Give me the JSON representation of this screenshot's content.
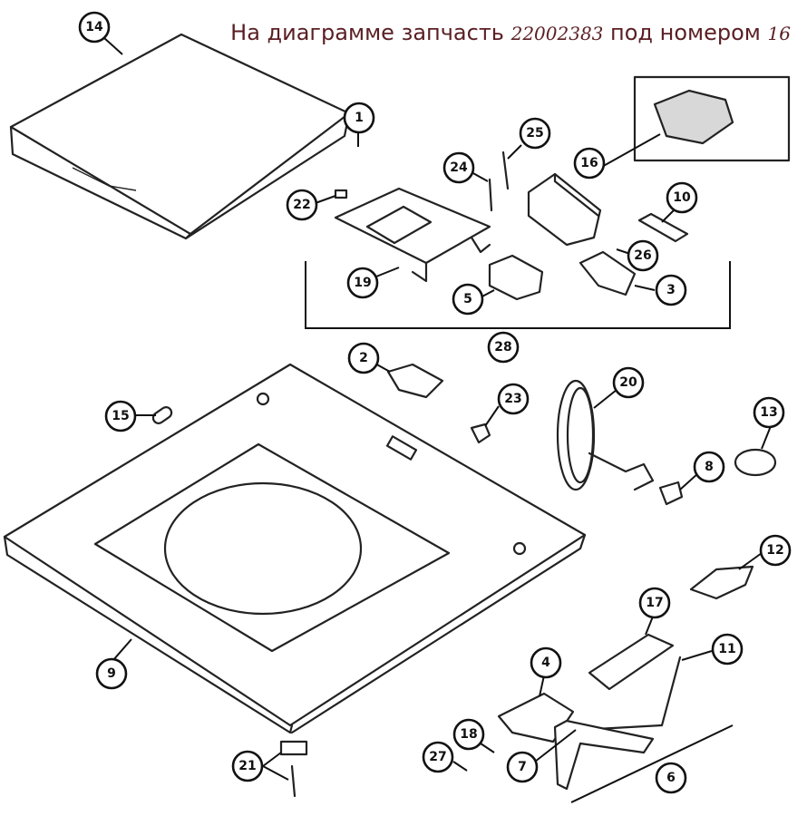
{
  "caption": {
    "prefix": "На диаграмме запчасть",
    "part_number": "22002383",
    "middle": "под номером",
    "callout_number": "16"
  },
  "callouts": [
    "14",
    "1",
    "25",
    "16",
    "24",
    "22",
    "10",
    "26",
    "19",
    "5",
    "3",
    "28",
    "2",
    "23",
    "20",
    "15",
    "13",
    "8",
    "12",
    "17",
    "4",
    "11",
    "9",
    "18",
    "27",
    "7",
    "21",
    "6"
  ]
}
